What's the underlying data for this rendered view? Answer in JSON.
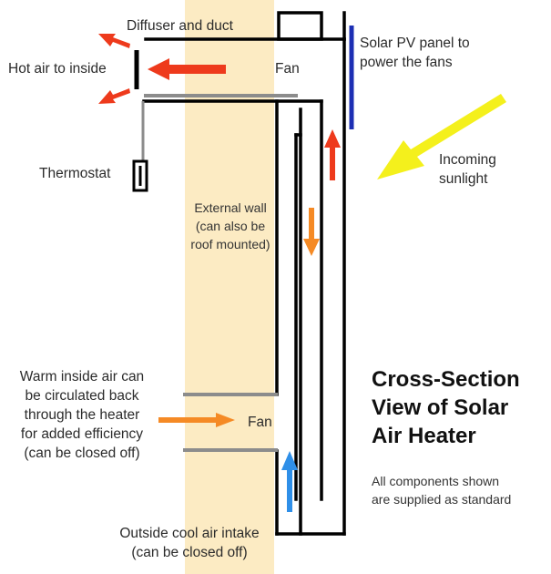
{
  "labels": {
    "diffuser": "Diffuser and duct",
    "hot_air": "Hot air to inside",
    "fan_top": "Fan",
    "pv_panel": [
      "Solar PV panel to",
      "power the fans"
    ],
    "sunlight": [
      "Incoming",
      "sunlight"
    ],
    "thermostat": "Thermostat",
    "external_wall": [
      "External wall",
      "(can also be",
      "roof mounted)"
    ],
    "warm_air": [
      "Warm inside air can",
      "be circulated back",
      "through the heater",
      "for added efficiency",
      "(can be closed off)"
    ],
    "fan_bottom": "Fan",
    "intake": [
      "Outside cool air intake",
      "(can be closed off)"
    ]
  },
  "title": [
    "Cross-Section",
    "View of Solar",
    "Air Heater"
  ],
  "note": [
    "All components shown",
    "are supplied as standard"
  ],
  "colors": {
    "wall": "#fcebc3",
    "duct": "#000000",
    "pv_panel": "#1c2fb4",
    "hot_arrow": "#ee3a1c",
    "warm_arrow": "#f58a25",
    "cool_arrow": "#2f8fe8",
    "sun_arrow": "#f4f01c",
    "damper": "#8c8c8c"
  },
  "icons": [
    "hot-air-arrow",
    "sunlight-arrow",
    "airflow-up-arrow",
    "airflow-down-arrow",
    "warm-air-arrow",
    "cool-air-arrow",
    "thermostat-icon"
  ]
}
